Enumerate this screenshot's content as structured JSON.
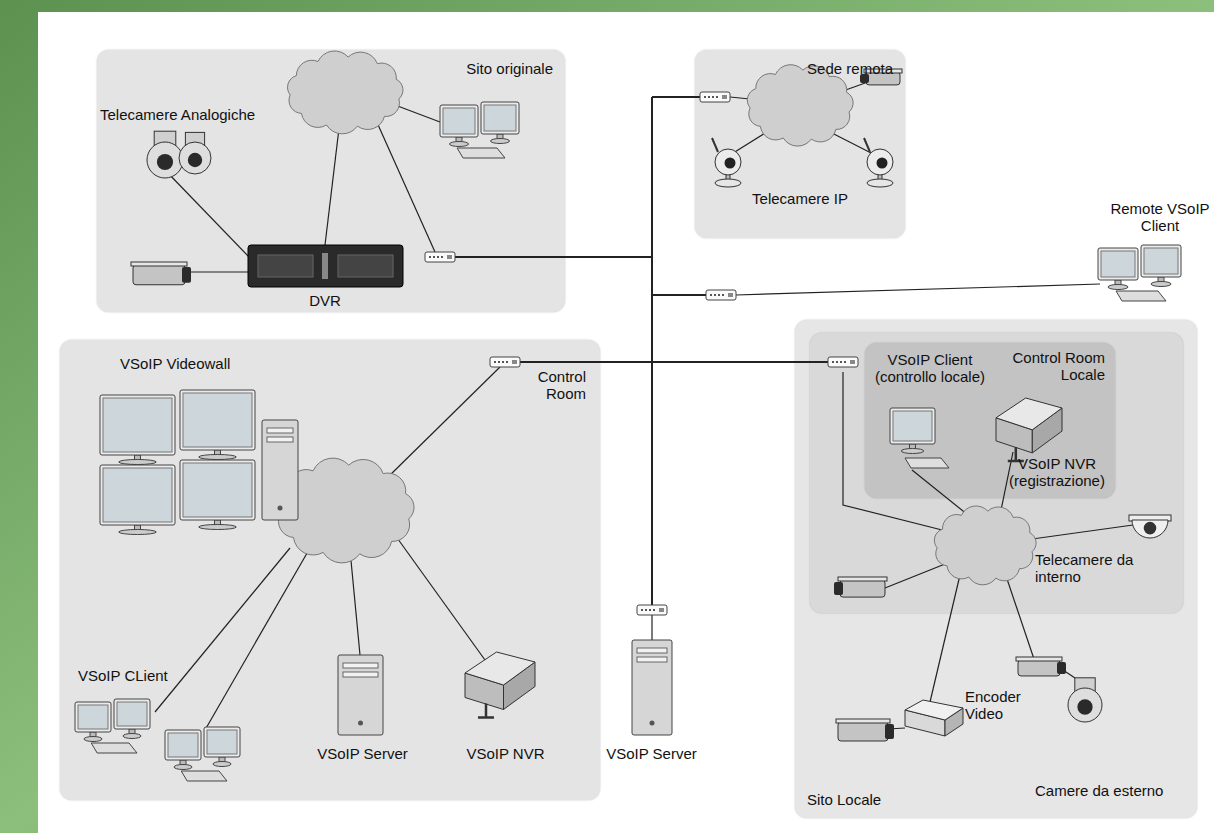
{
  "diagram": {
    "nodes": [
      {
        "text": [
          "Sito originale"
        ]
      },
      {
        "text": [
          "Sede remota"
        ]
      },
      {
        "text": [
          "Control Room"
        ]
      },
      {
        "text": [
          "Sito Locale"
        ]
      },
      {
        "text": [
          "Telecamere da interno"
        ],
        "in": 3
      },
      {
        "text": [
          "Control Room Locale"
        ],
        "in": 4
      }
    ],
    "labels": [
      "Telecamere Analogiche",
      "DVR",
      "Telecamere IP",
      "Remote VSoIP Client",
      "VSoIP Videowall",
      "VSoIP CLient",
      "VSoIP Server",
      "VSoIP NVR",
      "VSoIP Server",
      "VSoIP Client (controllo locale)",
      "VSoIP NVR (registrazione)",
      "Encoder Video",
      "Camere da esterno"
    ]
  }
}
